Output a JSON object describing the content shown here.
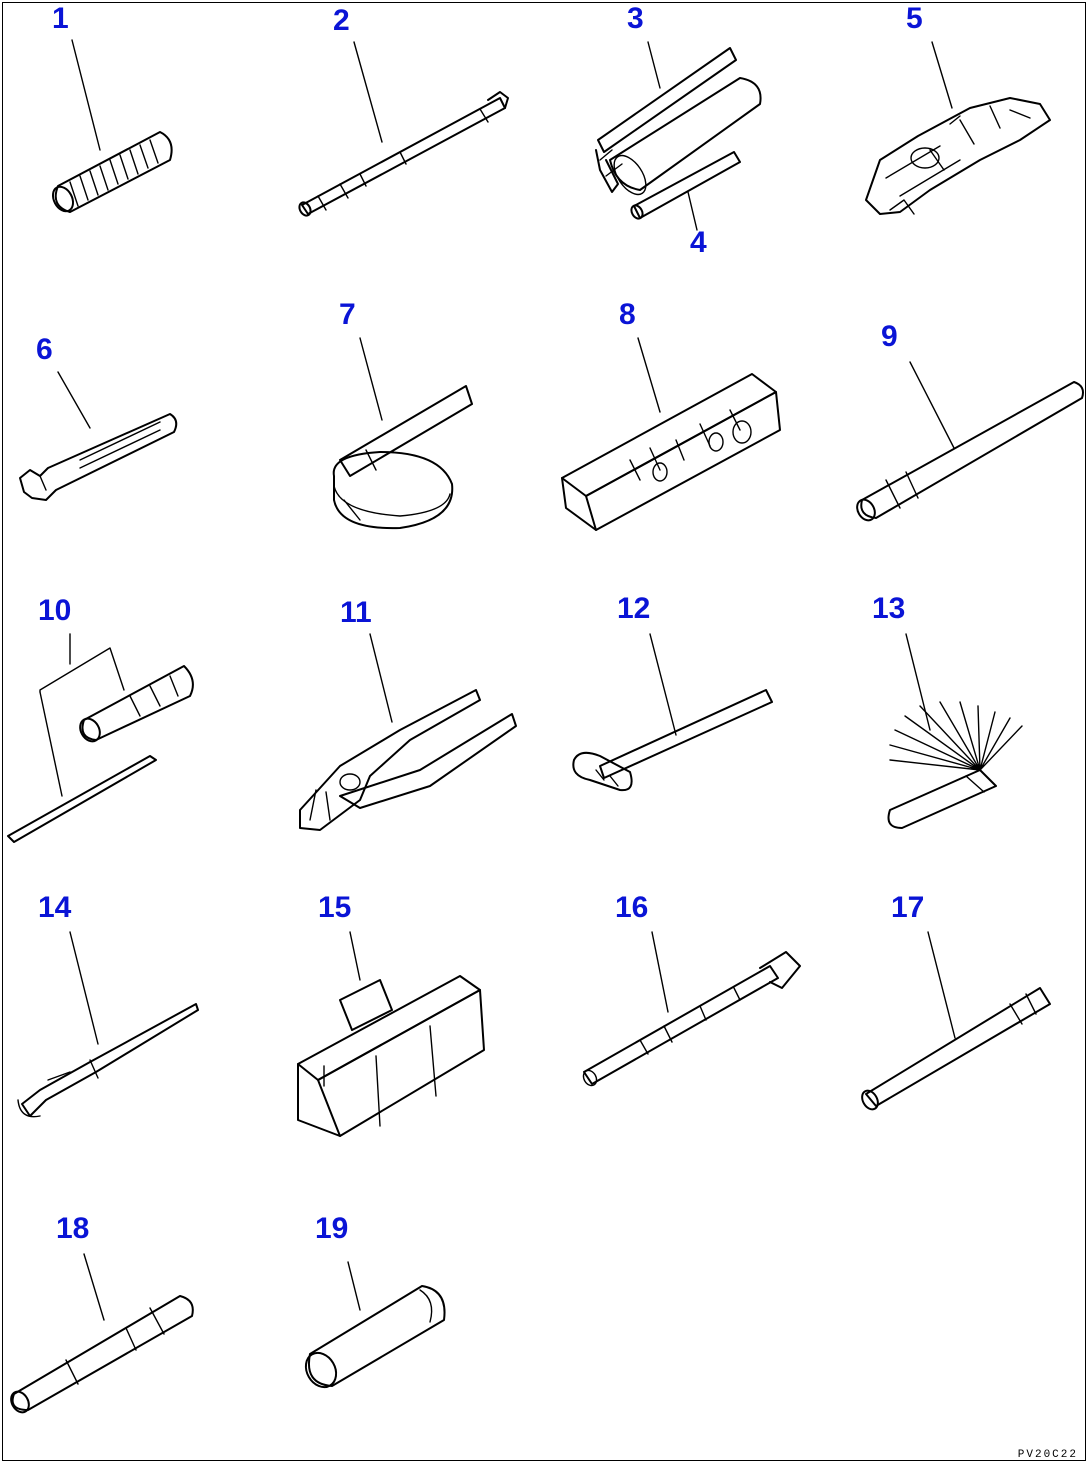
{
  "diagram": {
    "callouts": [
      {
        "id": "1",
        "label": "1"
      },
      {
        "id": "2",
        "label": "2"
      },
      {
        "id": "3",
        "label": "3"
      },
      {
        "id": "4",
        "label": "4"
      },
      {
        "id": "5",
        "label": "5"
      },
      {
        "id": "6",
        "label": "6"
      },
      {
        "id": "7",
        "label": "7"
      },
      {
        "id": "8",
        "label": "8"
      },
      {
        "id": "9",
        "label": "9"
      },
      {
        "id": "10",
        "label": "10"
      },
      {
        "id": "11",
        "label": "11"
      },
      {
        "id": "12",
        "label": "12"
      },
      {
        "id": "13",
        "label": "13"
      },
      {
        "id": "14",
        "label": "14"
      },
      {
        "id": "15",
        "label": "15"
      },
      {
        "id": "16",
        "label": "16"
      },
      {
        "id": "17",
        "label": "17"
      },
      {
        "id": "18",
        "label": "18"
      },
      {
        "id": "19",
        "label": "19"
      }
    ],
    "drawing_code": "PV20C22",
    "colors": {
      "callout": "#0a14d6",
      "line": "#000000",
      "background": "#ffffff"
    }
  }
}
